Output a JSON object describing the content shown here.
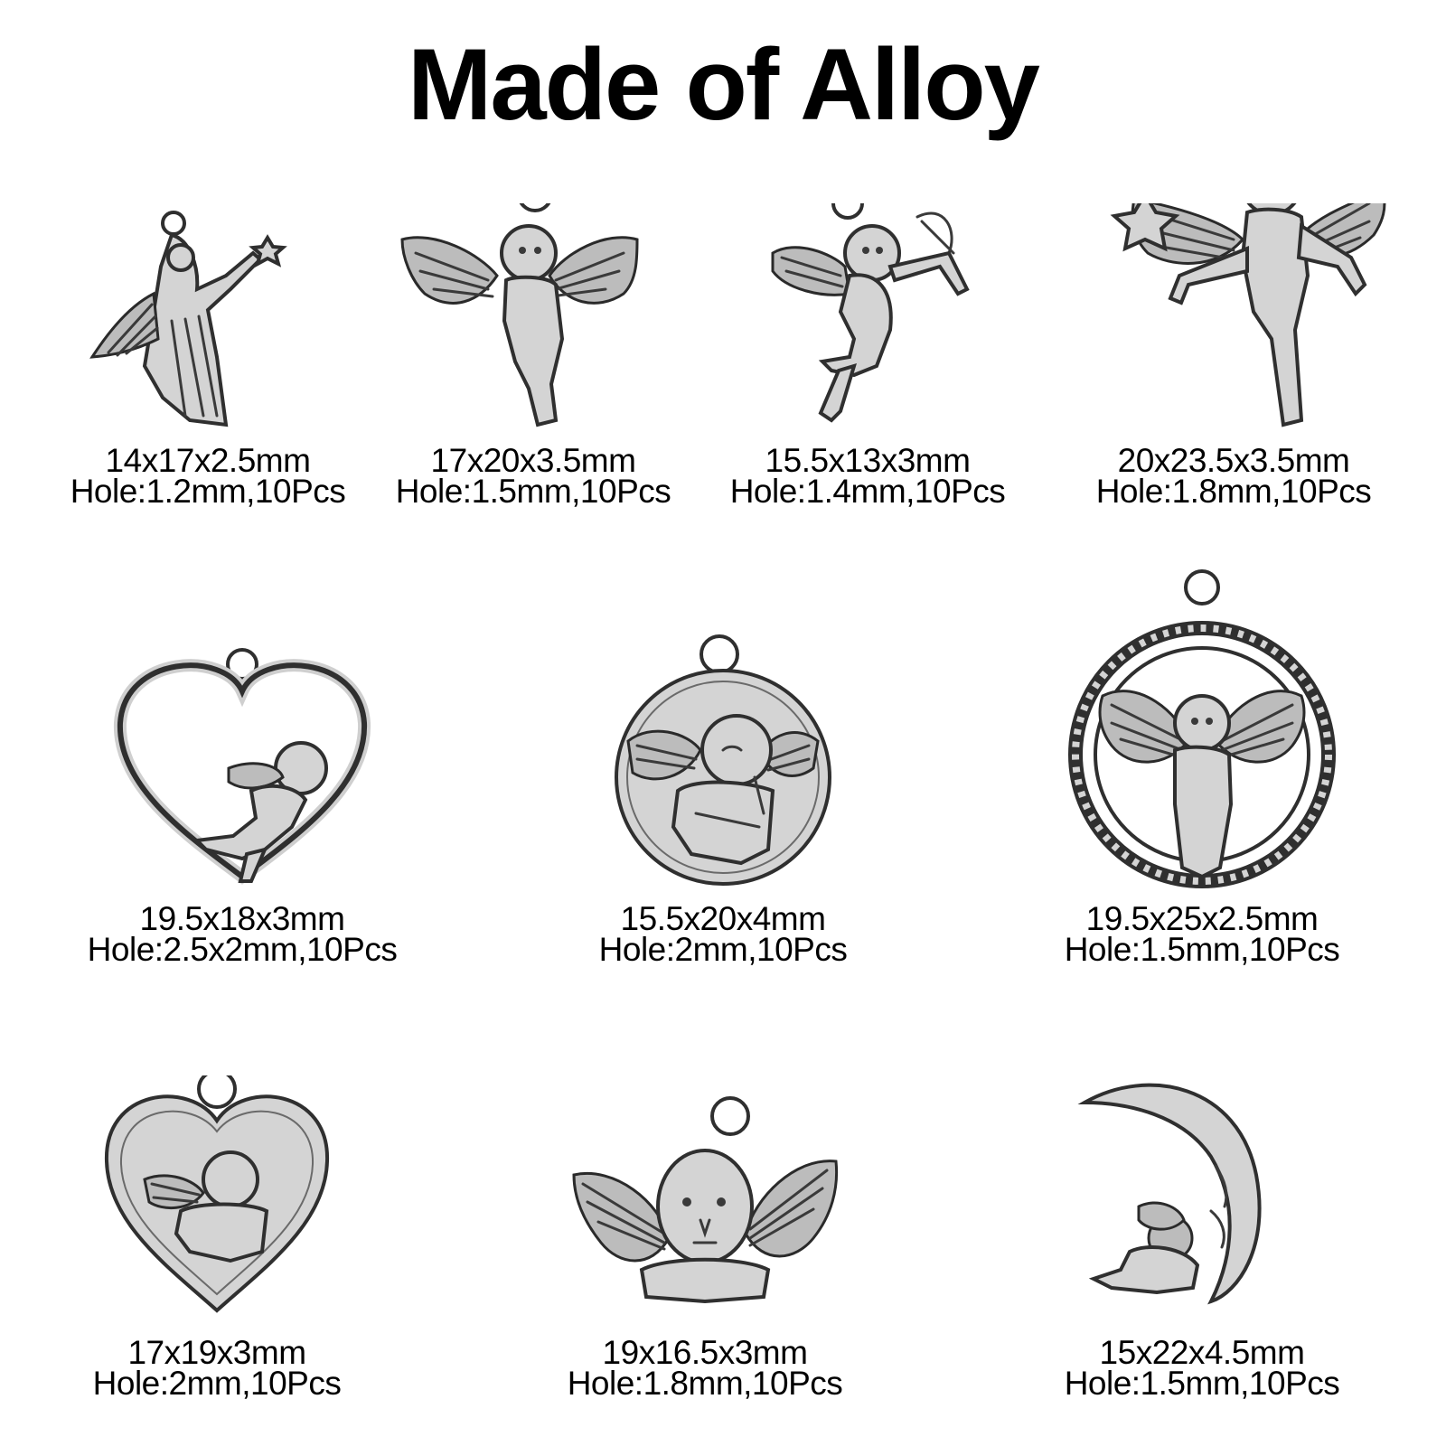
{
  "title": "Made of Alloy",
  "items": [
    {
      "dims": "14x17x2.5mm",
      "hole": "Hole:1.2mm,10Pcs",
      "icon": "angel-with-star-icon"
    },
    {
      "dims": "17x20x3.5mm",
      "hole": "Hole:1.5mm,10Pcs",
      "icon": "winged-cherub-icon"
    },
    {
      "dims": "15.5x13x3mm",
      "hole": "Hole:1.4mm,10Pcs",
      "icon": "cupid-with-bow-icon"
    },
    {
      "dims": "20x23.5x3.5mm",
      "hole": "Hole:1.8mm,10Pcs",
      "icon": "cherub-with-star-icon"
    },
    {
      "dims": "19.5x18x3mm",
      "hole": "Hole:2.5x2mm,10Pcs",
      "icon": "open-heart-cherub-icon"
    },
    {
      "dims": "15.5x20x4mm",
      "hole": "Hole:2mm,10Pcs",
      "icon": "round-cherub-medallion-icon"
    },
    {
      "dims": "19.5x25x2.5mm",
      "hole": "Hole:1.5mm,10Pcs",
      "icon": "wreath-ring-cherub-icon"
    },
    {
      "dims": "17x19x3mm",
      "hole": "Hole:2mm,10Pcs",
      "icon": "heart-cherub-medallion-icon"
    },
    {
      "dims": "19x16.5x3mm",
      "hole": "Hole:1.8mm,10Pcs",
      "icon": "cherub-head-wings-icon"
    },
    {
      "dims": "15x22x4.5mm",
      "hole": "Hole:1.5mm,10Pcs",
      "icon": "moon-cherub-icon"
    }
  ]
}
